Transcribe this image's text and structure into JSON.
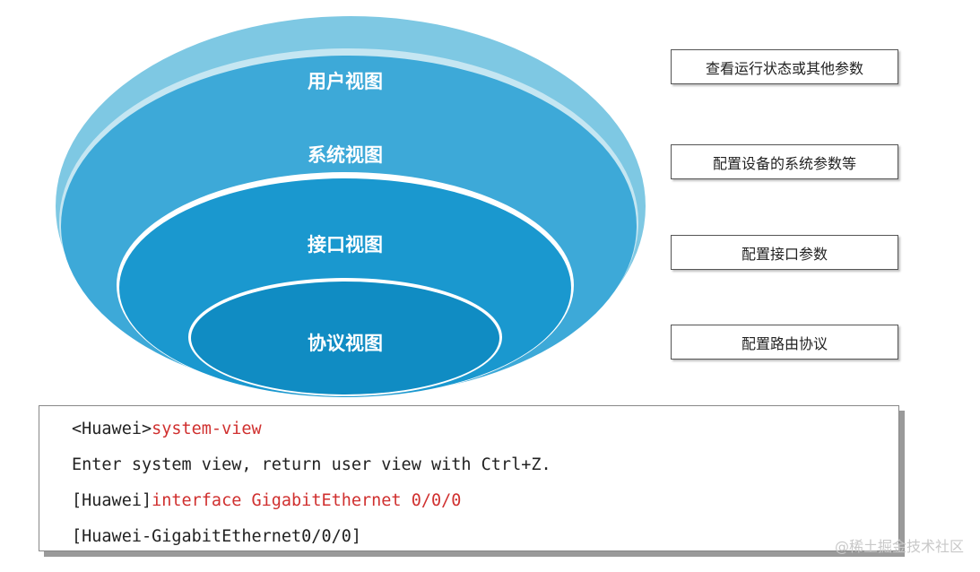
{
  "views": [
    {
      "label": "用户视图",
      "color": "#7ec8e3"
    },
    {
      "label": "系统视图",
      "color": "#3da9d8"
    },
    {
      "label": "接口视图",
      "color": "#1a98cf"
    },
    {
      "label": "协议视图",
      "color": "#108cc3"
    }
  ],
  "descriptions": [
    "查看运行状态或其他参数",
    "配置设备的系统参数等",
    "配置接口参数",
    "配置路由协议"
  ],
  "console": {
    "lines": [
      {
        "prefix": "<Huawei>",
        "command": "system-view"
      },
      {
        "prefix": "Enter system view, return user view with Ctrl+Z.",
        "command": ""
      },
      {
        "prefix": "[Huawei]",
        "command": "interface GigabitEthernet 0/0/0"
      },
      {
        "prefix": "[Huawei-GigabitEthernet0/0/0]",
        "command": ""
      }
    ]
  },
  "watermark": "@稀土掘金技术社区"
}
